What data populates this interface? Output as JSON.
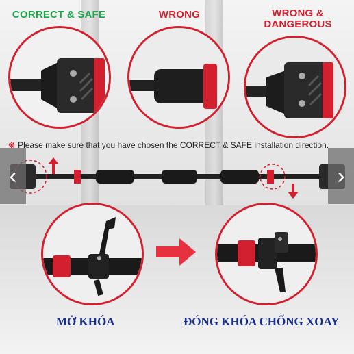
{
  "labels": {
    "correct_safe": "CORRECT & SAFE",
    "wrong": "WRONG",
    "wrong_dangerous_line1": "WRONG &",
    "wrong_dangerous_line2": "DANGEROUS"
  },
  "notice": {
    "mark": "※",
    "text": "Please make sure that you have chosen the CORRECT & SAFE installation direction."
  },
  "captions": {
    "unlock": "MỞ KHÓA",
    "lock_anti_rotation": "ĐÓNG KHÓA CHỐNG XOAY"
  },
  "nav": {
    "prev_glyph": "‹",
    "next_glyph": "›"
  },
  "colors": {
    "accent_red": "#d3202f",
    "correct_green": "#1aa84b",
    "caption_blue": "#1a2f8e"
  }
}
